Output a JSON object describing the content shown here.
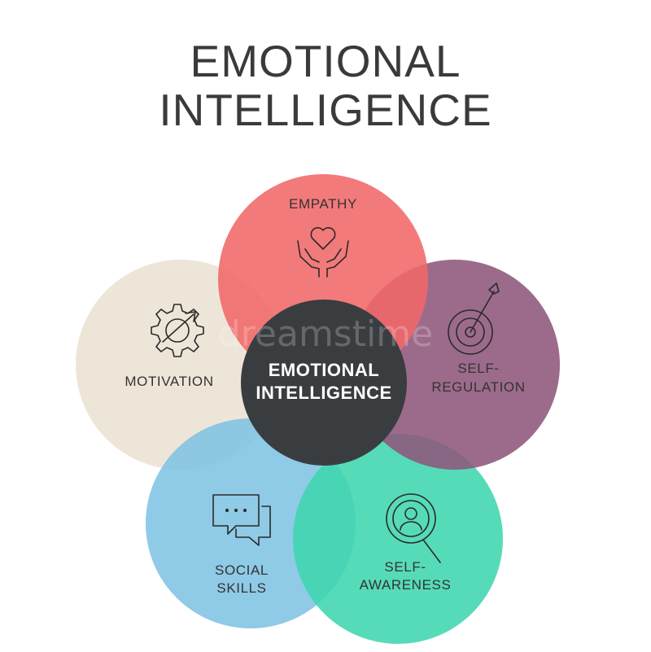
{
  "title": {
    "line1": "EMOTIONAL",
    "line2": "INTELLIGENCE"
  },
  "center": {
    "line1": "EMOTIONAL",
    "line2": "INTELLIGENCE",
    "color": "#3a3d40"
  },
  "petals": {
    "empathy": {
      "line1": "EMPATHY",
      "color": "#f07878",
      "icon": "heart-hands-icon"
    },
    "self_regulation": {
      "line1": "SELF-",
      "line2": "REGULATION",
      "color": "#9e6a8b",
      "icon": "target-arrow-icon"
    },
    "self_awareness": {
      "line1": "SELF-",
      "line2": "AWARENESS",
      "color": "#4fd9b6",
      "icon": "magnifier-person-icon"
    },
    "social_skills": {
      "line1": "SOCIAL",
      "line2": "SKILLS",
      "color": "#7fc3e3",
      "icon": "chat-bubbles-icon"
    },
    "motivation": {
      "line1": "MOTIVATION",
      "color": "#ede3d6",
      "icon": "gear-arrow-icon"
    }
  },
  "watermark": "dreamstime"
}
